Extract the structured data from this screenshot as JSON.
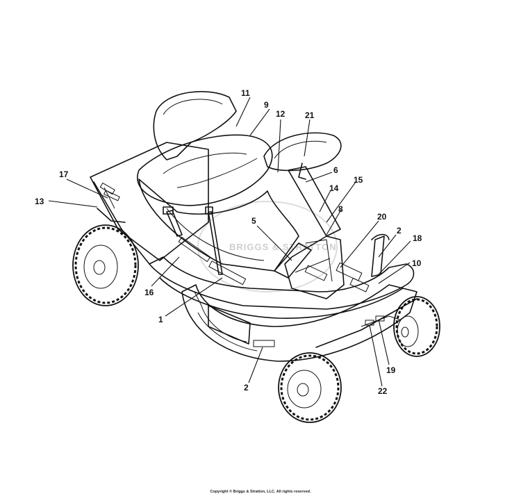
{
  "watermark": "BRIGGS & STRATTON",
  "callouts": {
    "c1": "1",
    "c2a": "2",
    "c2b": "2",
    "c5": "5",
    "c6": "6",
    "c8": "8",
    "c9": "9",
    "c10": "10",
    "c11": "11",
    "c12": "12",
    "c13": "13",
    "c14": "14",
    "c15": "15",
    "c16": "16",
    "c17": "17",
    "c18": "18",
    "c19": "19",
    "c20": "20",
    "c21": "21",
    "c22": "22"
  },
  "copyright": "Copyright © Briggs & Stratton, LLC. All rights reserved."
}
